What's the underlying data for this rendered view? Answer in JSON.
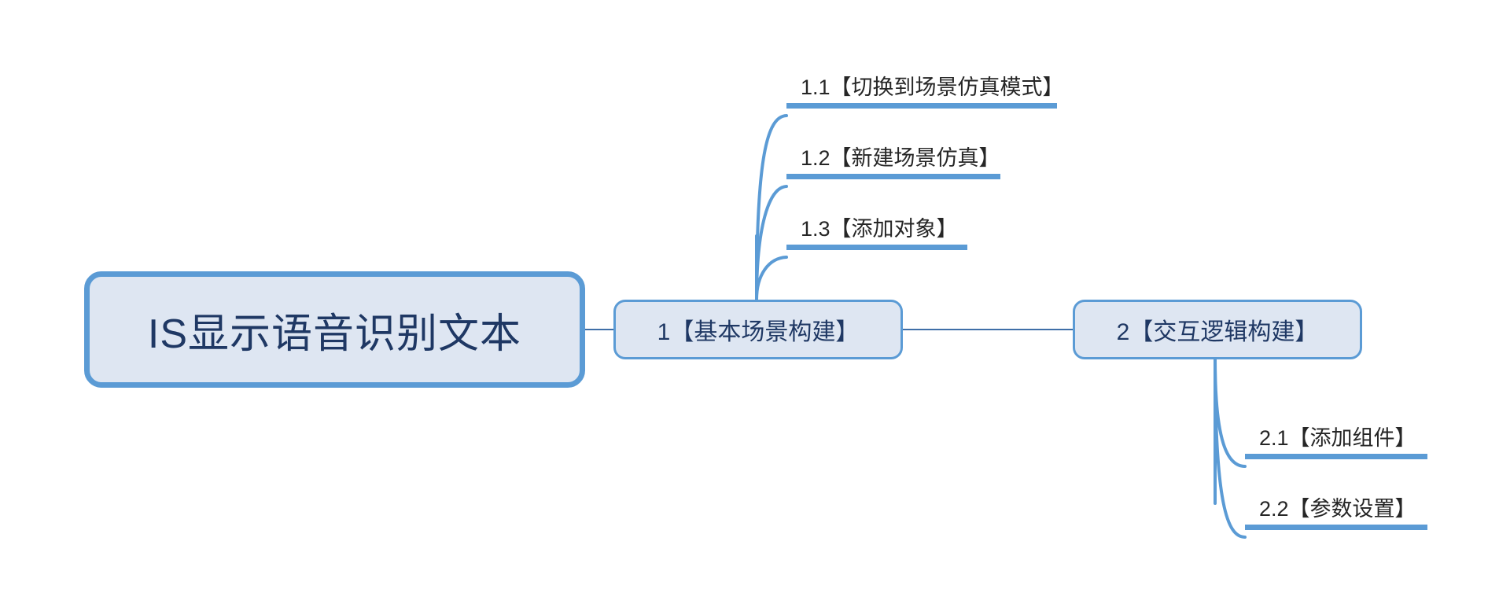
{
  "diagram": {
    "type": "mind-map",
    "title": "IS显示语音识别文本",
    "colors": {
      "node_fill": "#DEE6F2",
      "node_border": "#5B9BD5",
      "node_text": "#1F3864",
      "leaf_text": "#262626",
      "connector": "#5B9BD5",
      "background": "#ffffff"
    },
    "root": {
      "label": "IS显示语音识别文本"
    },
    "branches": [
      {
        "id": "1",
        "label": "1【基本场景构建】",
        "children": [
          {
            "id": "1.1",
            "label": "1.1【切换到场景仿真模式】"
          },
          {
            "id": "1.2",
            "label": "1.2【新建场景仿真】"
          },
          {
            "id": "1.3",
            "label": "1.3【添加对象】"
          }
        ]
      },
      {
        "id": "2",
        "label": "2【交互逻辑构建】",
        "children": [
          {
            "id": "2.1",
            "label": "2.1【添加组件】"
          },
          {
            "id": "2.2",
            "label": "2.2【参数设置】"
          }
        ]
      }
    ]
  }
}
